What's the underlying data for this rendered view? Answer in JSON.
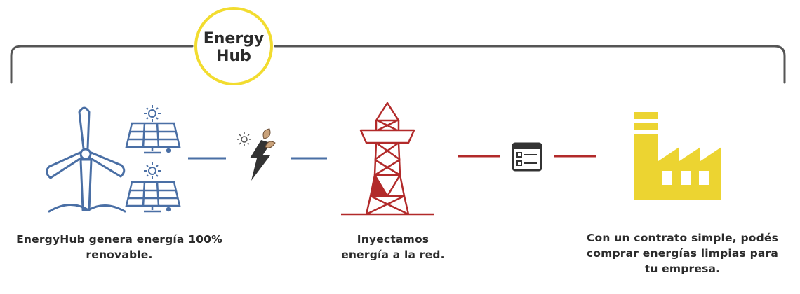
{
  "brand": {
    "line1": "Energy",
    "line2": "Hub"
  },
  "captions": {
    "generation": {
      "line1": "EnergyHub genera energía 100%",
      "line2": "renovable."
    },
    "grid": {
      "line1": "Inyectamos",
      "line2": "energía a la red."
    },
    "consumer": {
      "line1": "Con un contrato simple, podés",
      "line2": "comprar energías limpias para",
      "line3": "tu empresa."
    }
  },
  "icons": [
    "wind-turbine-icon",
    "solar-panel-icon",
    "sun-icon",
    "renewable-energy-bolt-icon",
    "power-tower-icon",
    "contract-document-icon",
    "factory-icon"
  ],
  "colors": {
    "bracket": "#555555",
    "brand_circle": "#f2dc2f",
    "renewable_blue": "#4a6fa5",
    "grid_red": "#b22a2a",
    "factory_yellow": "#ecd431",
    "dark": "#333333"
  }
}
